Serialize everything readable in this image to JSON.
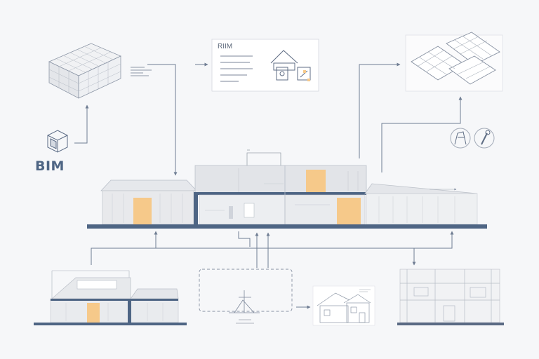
{
  "diagram": {
    "bim_label": "BIM",
    "document_card_title": "RIIM",
    "colors": {
      "accent": "#4e6584",
      "line": "#7d8aa0",
      "wood": "#f6c98a",
      "wall": "#d9dbe0",
      "light": "#eceef1",
      "background": "#f6f7f9"
    },
    "icons": [
      "cube-icon",
      "building-model-icon",
      "floor-plan-icon",
      "house-icon",
      "tool-icons"
    ]
  }
}
